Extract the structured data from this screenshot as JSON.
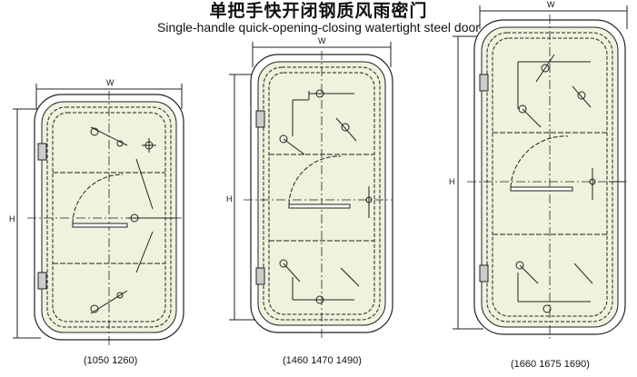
{
  "title_cn": "单把手快开闭钢质风雨密门",
  "title_en": "Single-handle quick-opening-closing watertight steel door",
  "colors": {
    "door_fill": "#edf3dc",
    "frame_fill": "#ffffff",
    "line": "#222222"
  },
  "doors": [
    {
      "width_label": "W",
      "height_label": "H",
      "sizes_label": "(1050   1260)"
    },
    {
      "width_label": "W",
      "height_label": "H",
      "sizes_label": "(1460   1470   1490)"
    },
    {
      "width_label": "W",
      "height_label": "H",
      "sizes_label": "(1660   1675   1690)"
    }
  ]
}
